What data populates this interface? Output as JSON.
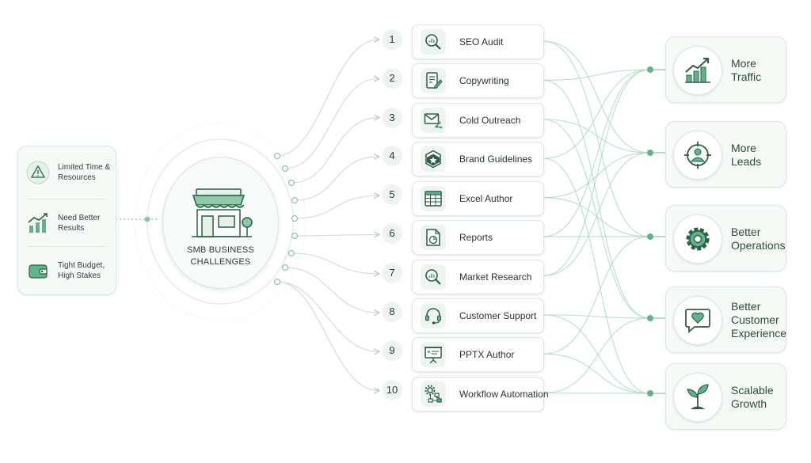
{
  "challenges": [
    {
      "label": "Limited Time & Resources",
      "icon": "warning-icon"
    },
    {
      "label": "Need Better Results",
      "icon": "bar-chart-icon"
    },
    {
      "label": "Tight Budget, High Stakes",
      "icon": "wallet-icon"
    }
  ],
  "hub": {
    "title": "SMB BUSINESS CHALLENGES",
    "icon": "storefront-icon"
  },
  "services": [
    {
      "number": "1",
      "label": "SEO Audit",
      "icon": "magnifier-chart-icon"
    },
    {
      "number": "2",
      "label": "Copywriting",
      "icon": "document-pen-icon"
    },
    {
      "number": "3",
      "label": "Cold Outreach",
      "icon": "envelope-share-icon"
    },
    {
      "number": "4",
      "label": "Brand Guidelines",
      "icon": "badge-star-icon"
    },
    {
      "number": "5",
      "label": "Excel Author",
      "icon": "spreadsheet-icon"
    },
    {
      "number": "6",
      "label": "Reports",
      "icon": "report-pie-icon"
    },
    {
      "number": "7",
      "label": "Market Research",
      "icon": "magnifier-chart-icon"
    },
    {
      "number": "8",
      "label": "Customer Support",
      "icon": "headset-icon"
    },
    {
      "number": "9",
      "label": "PPTX Author",
      "icon": "presentation-icon"
    },
    {
      "number": "10",
      "label": "Workflow Automation",
      "icon": "gear-flow-icon"
    }
  ],
  "outcomes": [
    {
      "label": "More Traffic",
      "icon": "growth-chart-icon"
    },
    {
      "label": "More Leads",
      "icon": "target-person-icon"
    },
    {
      "label": "Better Operations",
      "icon": "gear-icon"
    },
    {
      "label": "Better Customer Experience",
      "icon": "heart-chat-icon"
    },
    {
      "label": "Scalable Growth",
      "icon": "plant-icon"
    }
  ],
  "colors": {
    "accent": "#5fb58a",
    "accent_dark": "#2f5e47",
    "line": "#cfe3d6",
    "card_bg": "#f6faf7"
  }
}
